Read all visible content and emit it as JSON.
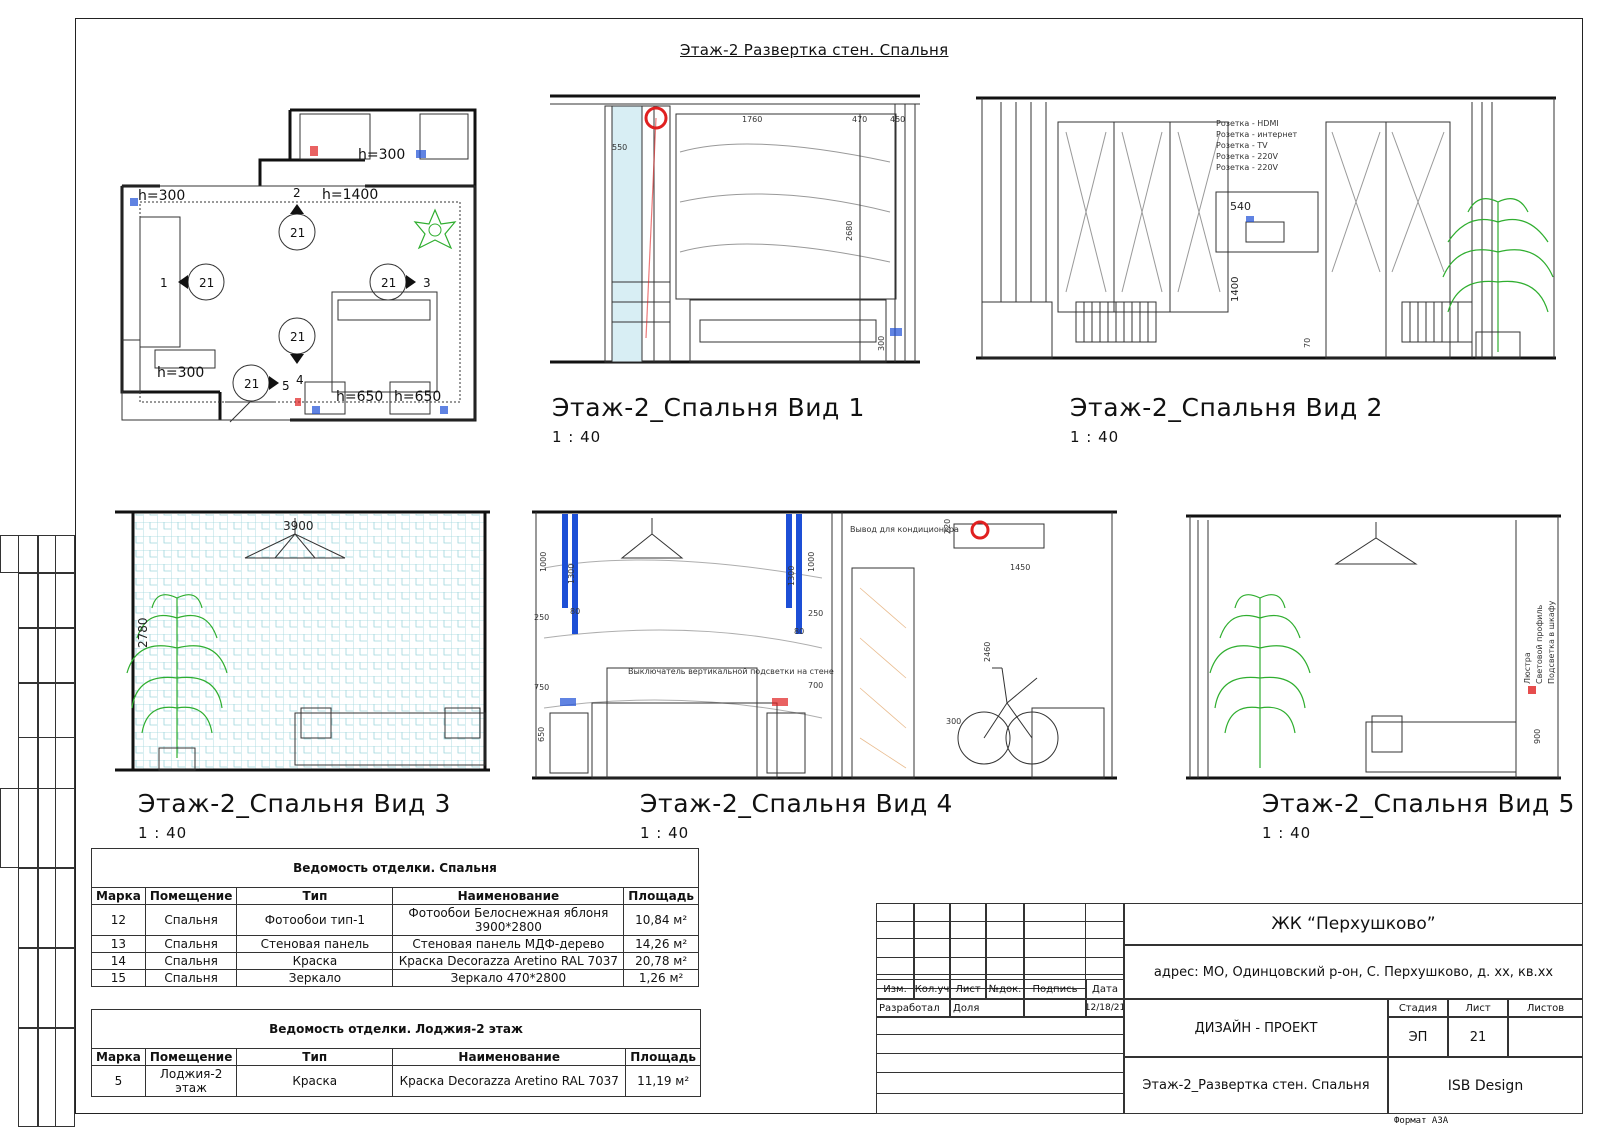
{
  "page_title": "Этаж-2  Развертка стен. Спальня",
  "plan": {
    "tags": [
      "h=300",
      "h=300",
      "h=1400",
      "h=300",
      "h=650",
      "h=650"
    ],
    "markers": [
      "21",
      "21",
      "21",
      "21",
      "21",
      "21"
    ],
    "numbers": [
      "1",
      "2",
      "3",
      "4",
      "5"
    ]
  },
  "views": [
    {
      "title": "Этаж-2_Спальня Вид 1",
      "scale": "1 : 40",
      "dims": [
        "1760",
        "470",
        "450",
        "550",
        "2680",
        "300"
      ]
    },
    {
      "title": "Этаж-2_Спальня Вид 2",
      "scale": "1 : 40",
      "dims": [
        "540",
        "1400",
        "70"
      ],
      "socket_notes": [
        "Розетка - HDMI",
        "Розетка - интернет",
        "Розетка - TV",
        "Розетка - 220V",
        "Розетка - 220V"
      ]
    },
    {
      "title": "Этаж-2_Спальня Вид 3",
      "scale": "1 : 40",
      "dims": [
        "3900",
        "2780"
      ]
    },
    {
      "title": "Этаж-2_Спальня Вид 4",
      "scale": "1 : 40",
      "dims": [
        "1000",
        "1300",
        "250",
        "80",
        "750",
        "650",
        "1300",
        "1000",
        "250",
        "80",
        "700",
        "220",
        "1450",
        "2460",
        "300"
      ],
      "notes": [
        "Вывод для кондиционера",
        "Выключатель вертикальной подсветки на стене"
      ]
    },
    {
      "title": "Этаж-2_Спальня Вид 5",
      "scale": "1 : 40",
      "dims": [
        "900"
      ],
      "notes": [
        "Люстра",
        "Световой профиль",
        "Подсветка в шкафу"
      ]
    }
  ],
  "table1": {
    "caption": "Ведомость отделки. Спальня",
    "headers": [
      "Марка",
      "Помещение",
      "Тип",
      "Наименование",
      "Площадь"
    ],
    "rows": [
      [
        "12",
        "Спальня",
        "Фотообои тип-1",
        "Фотообои Белоснежная яблоня 3900*2800",
        "10,84 м²"
      ],
      [
        "13",
        "Спальня",
        "Стеновая панель",
        "Стеновая панель МДФ-дерево",
        "14,26 м²"
      ],
      [
        "14",
        "Спальня",
        "Краска",
        "Краска Decorazza Aretino RAL 7037",
        "20,78 м²"
      ],
      [
        "15",
        "Спальня",
        "Зеркало",
        "Зеркало 470*2800",
        "1,26 м²"
      ]
    ]
  },
  "table2": {
    "caption": "Ведомость отделки. Лоджия-2 этаж",
    "headers": [
      "Марка",
      "Помещение",
      "Тип",
      "Наименование",
      "Площадь"
    ],
    "rows": [
      [
        "5",
        "Лоджия-2 этаж",
        "Краска",
        "Краска Decorazza Aretino RAL 7037",
        "11,19 м²"
      ]
    ]
  },
  "stamp": {
    "project": "ЖК “Перхушково”",
    "address": "адрес: МО, Одинцовский р-он, С. Перхушково, д. хх, кв.хх",
    "doc_type": "ДИЗАЙН - ПРОЕКТ",
    "sheet_name": "Этаж-2_Развертка стен. Спальня",
    "company": "ISB Design",
    "col_headers": [
      "Изм.",
      "Кол.уч",
      "Лист",
      "№док.",
      "Подпись",
      "Дата"
    ],
    "developed_label": "Разработал",
    "developer": "Доля",
    "date": "12/18/21",
    "stage_label": "Стадия",
    "sheet_label": "Лист",
    "sheets_label": "Листов",
    "stage": "ЭП",
    "sheet": "21"
  },
  "format": "Формат А3А",
  "colors": {
    "line": "#111111",
    "plant": "#2fae2f",
    "dim_blue": "#1d4fd6",
    "accent_red": "#e02020",
    "tile": "#9fd6dc"
  }
}
